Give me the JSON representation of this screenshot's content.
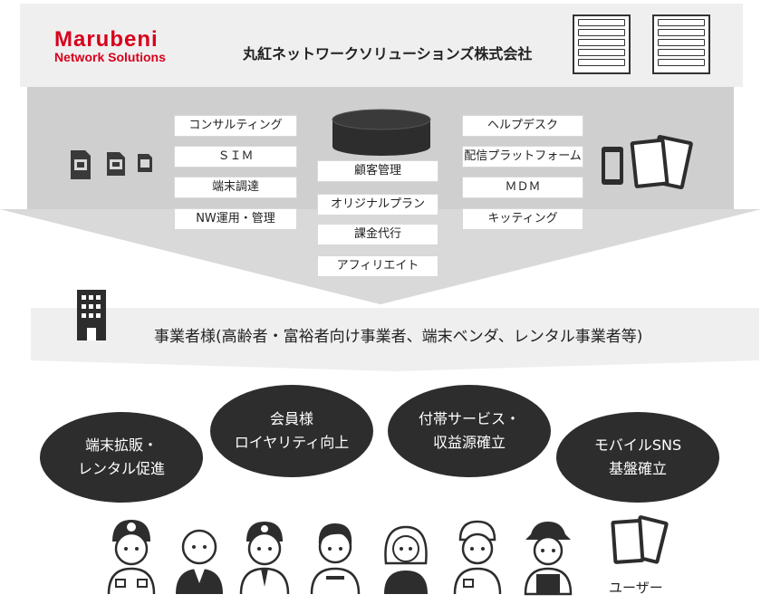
{
  "header": {
    "logo_line1": "Marubeni",
    "logo_line2": "Network Solutions",
    "company_name": "丸紅ネットワークソリューションズ株式会社"
  },
  "services": {
    "left": [
      "コンサルティング",
      "ＳＩＭ",
      "端末調達",
      "NW運用・管理"
    ],
    "center": [
      "顧客管理",
      "オリジナルプラン",
      "課金代行",
      "アフィリエイト"
    ],
    "right": [
      "ヘルプデスク",
      "配信プラットフォーム",
      "ＭＤＭ",
      "キッティング"
    ]
  },
  "customer": {
    "label": "事業者様(高齢者・富裕者向け事業者、端末ベンダ、レンタル事業者等)"
  },
  "benefits": [
    {
      "line1": "端末拡販・",
      "line2": "レンタル促進"
    },
    {
      "line1": "会員様",
      "line2": "ロイヤリティ向上"
    },
    {
      "line1": "付帯サービス・",
      "line2": "収益源確立"
    },
    {
      "line1": "モバイルSNS",
      "line2": "基盤確立"
    }
  ],
  "users": {
    "label": "ユーザー"
  },
  "colors": {
    "brand": "#d7001c",
    "dark": "#2d2d2d",
    "band": "#e8e8e8"
  }
}
